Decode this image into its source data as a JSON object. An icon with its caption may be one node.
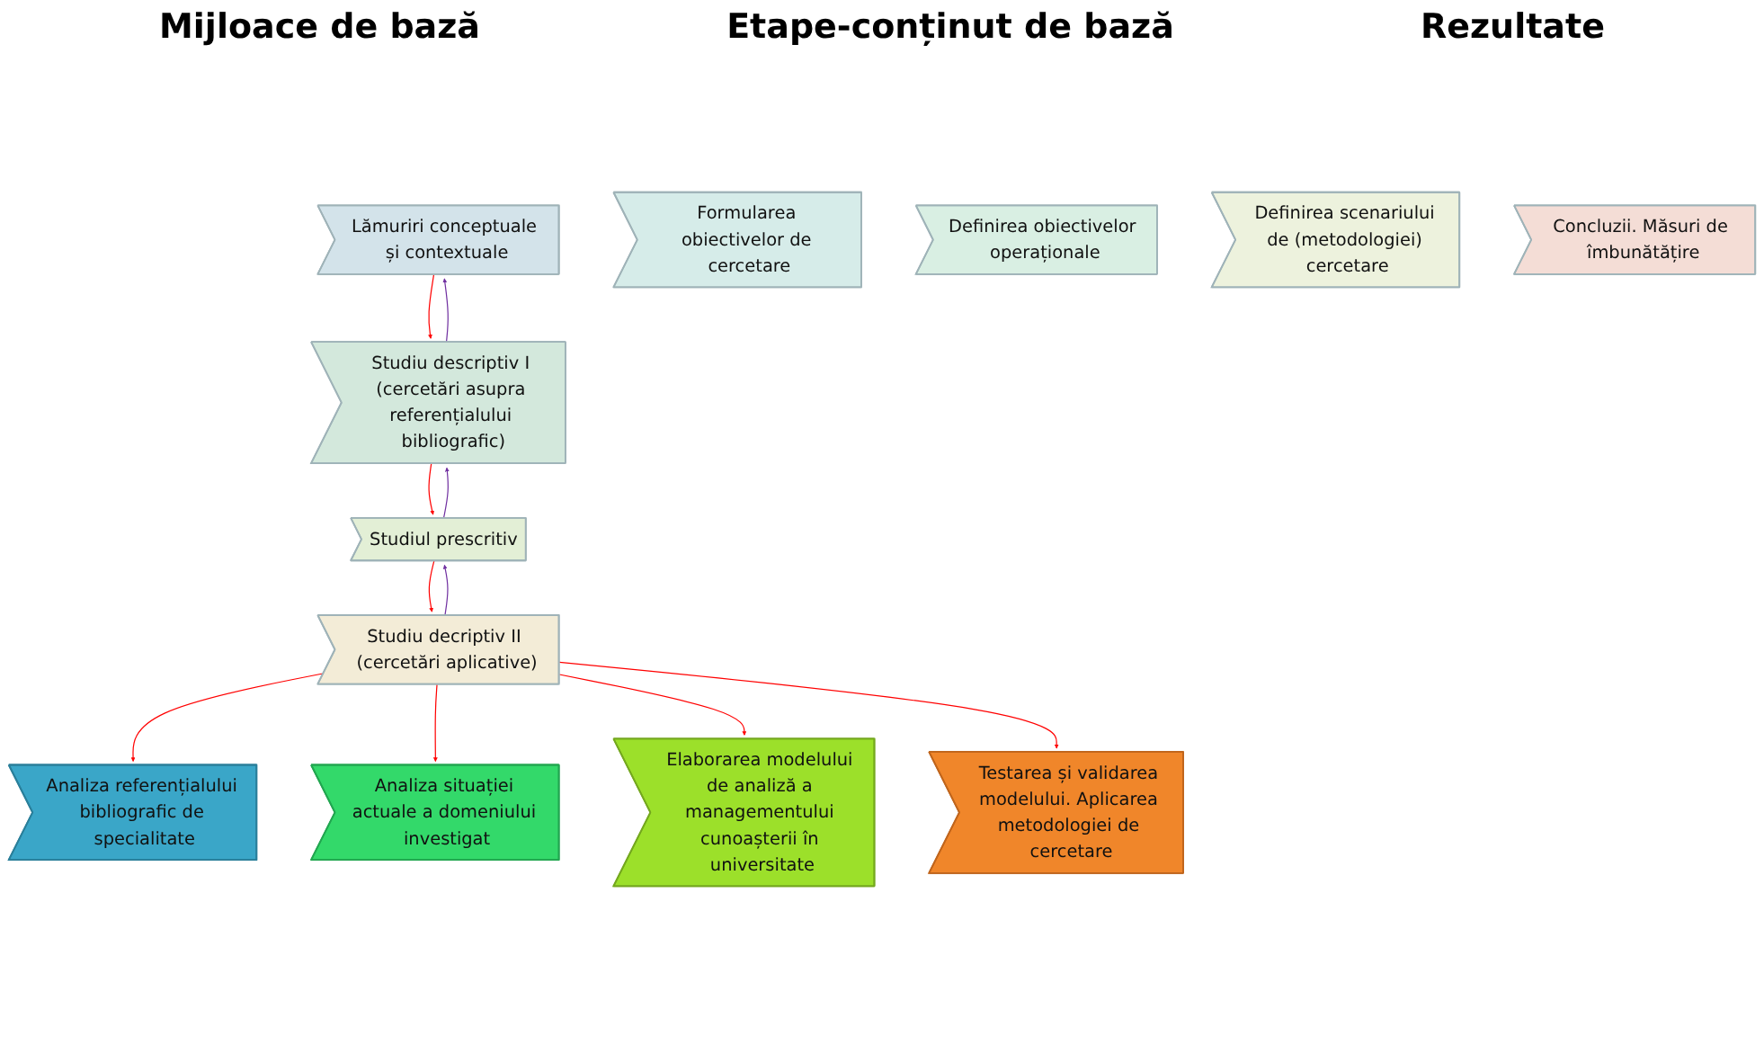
{
  "diagram": {
    "nodes": [
      {
        "text": [
          "Analiza referențialului bibliografic de specialitate"
        ]
      },
      {
        "text": [
          "Lămuriri conceptuale și contextuale"
        ]
      },
      {
        "text": [
          "Formularea obiectivelor de cercetare"
        ]
      },
      {
        "text": [
          "Analiza situației actuale a domeniului investigat"
        ]
      },
      {
        "text": [
          "Studiu descriptiv I (cercetări asupra referențialului bibliografic)"
        ]
      },
      {
        "text": [
          "Definirea obiectivelor operaționale"
        ]
      },
      {
        "text": [
          "Elaborarea modelului de analiză a managementului cunoașterii în universitate"
        ]
      },
      {
        "text": [
          "Studiul prescritiv"
        ]
      },
      {
        "text": [
          "Definirea scenariului de (metodologiei) cercetare"
        ]
      },
      {
        "text": [
          "Testarea și validarea modelului. Aplicarea metodologiei de cercetare"
        ]
      },
      {
        "text": [
          "Studiu decriptiv II (cercetări aplicative)"
        ]
      },
      {
        "text": [
          "Concluzii. Măsuri de îmbunătățire"
        ]
      }
    ],
    "edges": [
      {
        "from": 1,
        "to": 4,
        "arrow": "to",
        "color": "#ff0000"
      },
      {
        "from": 4,
        "to": 1,
        "arrow": "to",
        "color": "#7030a0"
      },
      {
        "from": 4,
        "to": 7,
        "arrow": "to",
        "color": "#ff0000"
      },
      {
        "from": 7,
        "to": 4,
        "arrow": "to",
        "color": "#7030a0"
      },
      {
        "from": 7,
        "to": 10,
        "arrow": "to",
        "color": "#ff0000"
      },
      {
        "from": 10,
        "to": 7,
        "arrow": "to",
        "color": "#7030a0"
      },
      {
        "from": 10,
        "to": 0,
        "arrow": "to",
        "color": "#ff0000"
      },
      {
        "from": 10,
        "to": 3,
        "arrow": "to",
        "color": "#ff0000"
      },
      {
        "from": 10,
        "to": 6,
        "arrow": "to",
        "color": "#ff0000"
      },
      {
        "from": 10,
        "to": 9,
        "arrow": "to",
        "color": "#ff0000"
      }
    ],
    "labels": [
      "Mijloace de bază",
      "Etape-conținut de bază",
      "Rezultate"
    ]
  }
}
